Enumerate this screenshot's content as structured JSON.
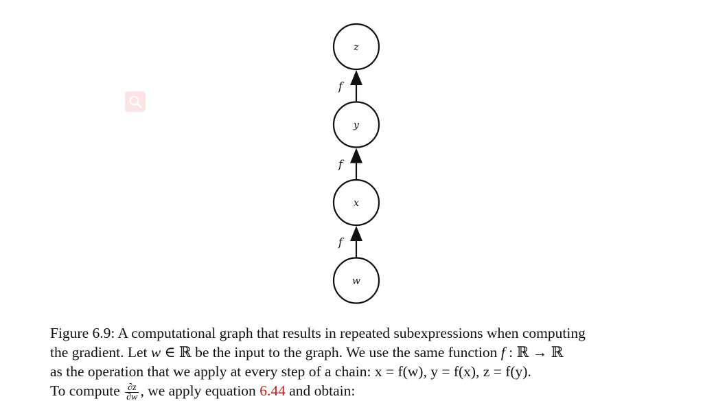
{
  "graph": {
    "nodes": [
      {
        "id": "z",
        "label": "z"
      },
      {
        "id": "y",
        "label": "y"
      },
      {
        "id": "x",
        "label": "x"
      },
      {
        "id": "w",
        "label": "w"
      }
    ],
    "edges": [
      {
        "from": "y",
        "to": "z",
        "label": "f"
      },
      {
        "from": "x",
        "to": "y",
        "label": "f"
      },
      {
        "from": "w",
        "to": "x",
        "label": "f"
      }
    ]
  },
  "overlay": {
    "icon": "magnifier-icon",
    "color": "#fde4e4"
  },
  "caption": {
    "line1": "Figure 6.9: A computational graph that results in repeated subexpressions when computing",
    "line2_a": "the gradient.  Let ",
    "line2_math1": "w",
    "line2_b": " ∈ ℝ be the input to the graph.  We use the same function ",
    "line2_math2": "f",
    "line2_c": " : ℝ → ℝ",
    "line3": "as the operation that we apply at every step of a chain:  x = f(w), y = f(x), z = f(y).",
    "line4_a": "To compute ",
    "frac_num": "∂z",
    "frac_den": "∂w",
    "line4_b": ", we apply equation ",
    "equation_ref": "6.44",
    "line4_c": " and obtain:",
    "ref_color": "#d11a1a"
  }
}
